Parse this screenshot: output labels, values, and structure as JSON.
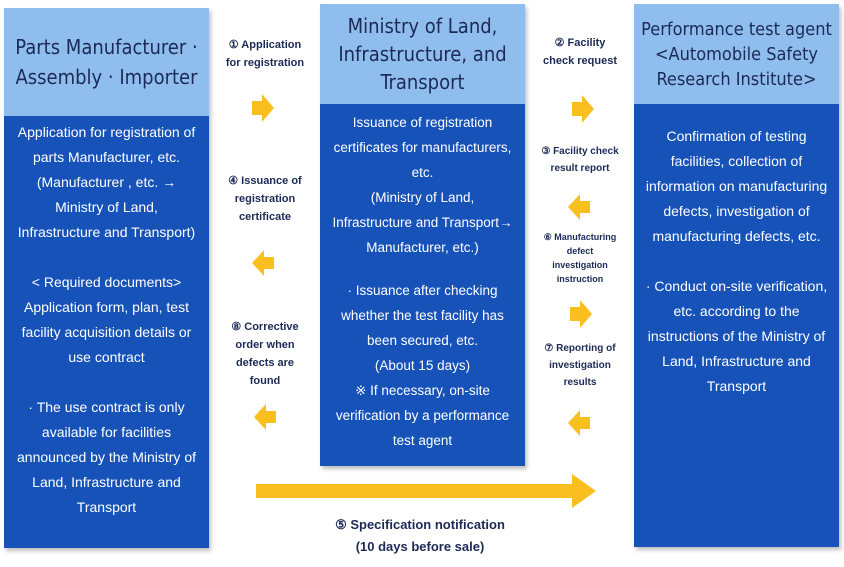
{
  "left": {
    "title": [
      "Parts Manufacturer ·",
      "Assembly · Importer"
    ],
    "p1": [
      "Application for registration of",
      "parts Manufacturer, etc.",
      "(Manufacturer , etc. →",
      "Ministry of Land,",
      "Infrastructure and Transport)"
    ],
    "p2": [
      "< Required documents>",
      "Application form, plan, test",
      "facility acquisition details or",
      "use contract"
    ],
    "p3": [
      "· The use contract is only",
      "available for facilities",
      "announced by the Ministry of",
      "Land, Infrastructure and",
      "Transport"
    ]
  },
  "center": {
    "title": [
      "Ministry of Land,",
      "Infrastructure, and",
      "Transport"
    ],
    "p1": [
      "Issuance of registration",
      "certificates for manufacturers,",
      "etc.",
      "(Ministry of Land,",
      "Infrastructure and Transport→",
      "Manufacturer, etc.)"
    ],
    "p2": [
      "· Issuance after checking",
      "whether the test facility has",
      "been secured, etc.",
      "(About 15 days)",
      "※ If necessary, on-site",
      "verification by a performance",
      "test agent"
    ]
  },
  "right": {
    "title": [
      "Performance test agent",
      "<Automobile Safety",
      "Research Institute>"
    ],
    "p1": [
      "Confirmation of testing",
      "facilities, collection of",
      "information on manufacturing",
      "defects, investigation of",
      "manufacturing defects, etc."
    ],
    "p2": [
      "· Conduct on-site verification,",
      "etc. according to the",
      "instructions of the Ministry of",
      "Land, Infrastructure and",
      "Transport"
    ]
  },
  "steps": {
    "s1": [
      "① Application",
      "for registration"
    ],
    "s2": [
      "② Facility",
      "check request"
    ],
    "s3": [
      "③ Facility check",
      "result report"
    ],
    "s4": [
      "④ Issuance of",
      "registration",
      "certificate"
    ],
    "s5": [
      "⑤ Specification notification",
      "(10 days before sale)"
    ],
    "s6": [
      "⑥ Manufacturing",
      "defect",
      "investigation",
      "instruction"
    ],
    "s7": [
      "⑦ Reporting of",
      "investigation",
      "results"
    ],
    "s8": [
      "⑧ Corrective",
      "order when",
      "defects are",
      "found"
    ]
  },
  "colors": {
    "panel": "#1652b8",
    "header": "#8fbdee",
    "arrow": "#f8bf1e"
  }
}
